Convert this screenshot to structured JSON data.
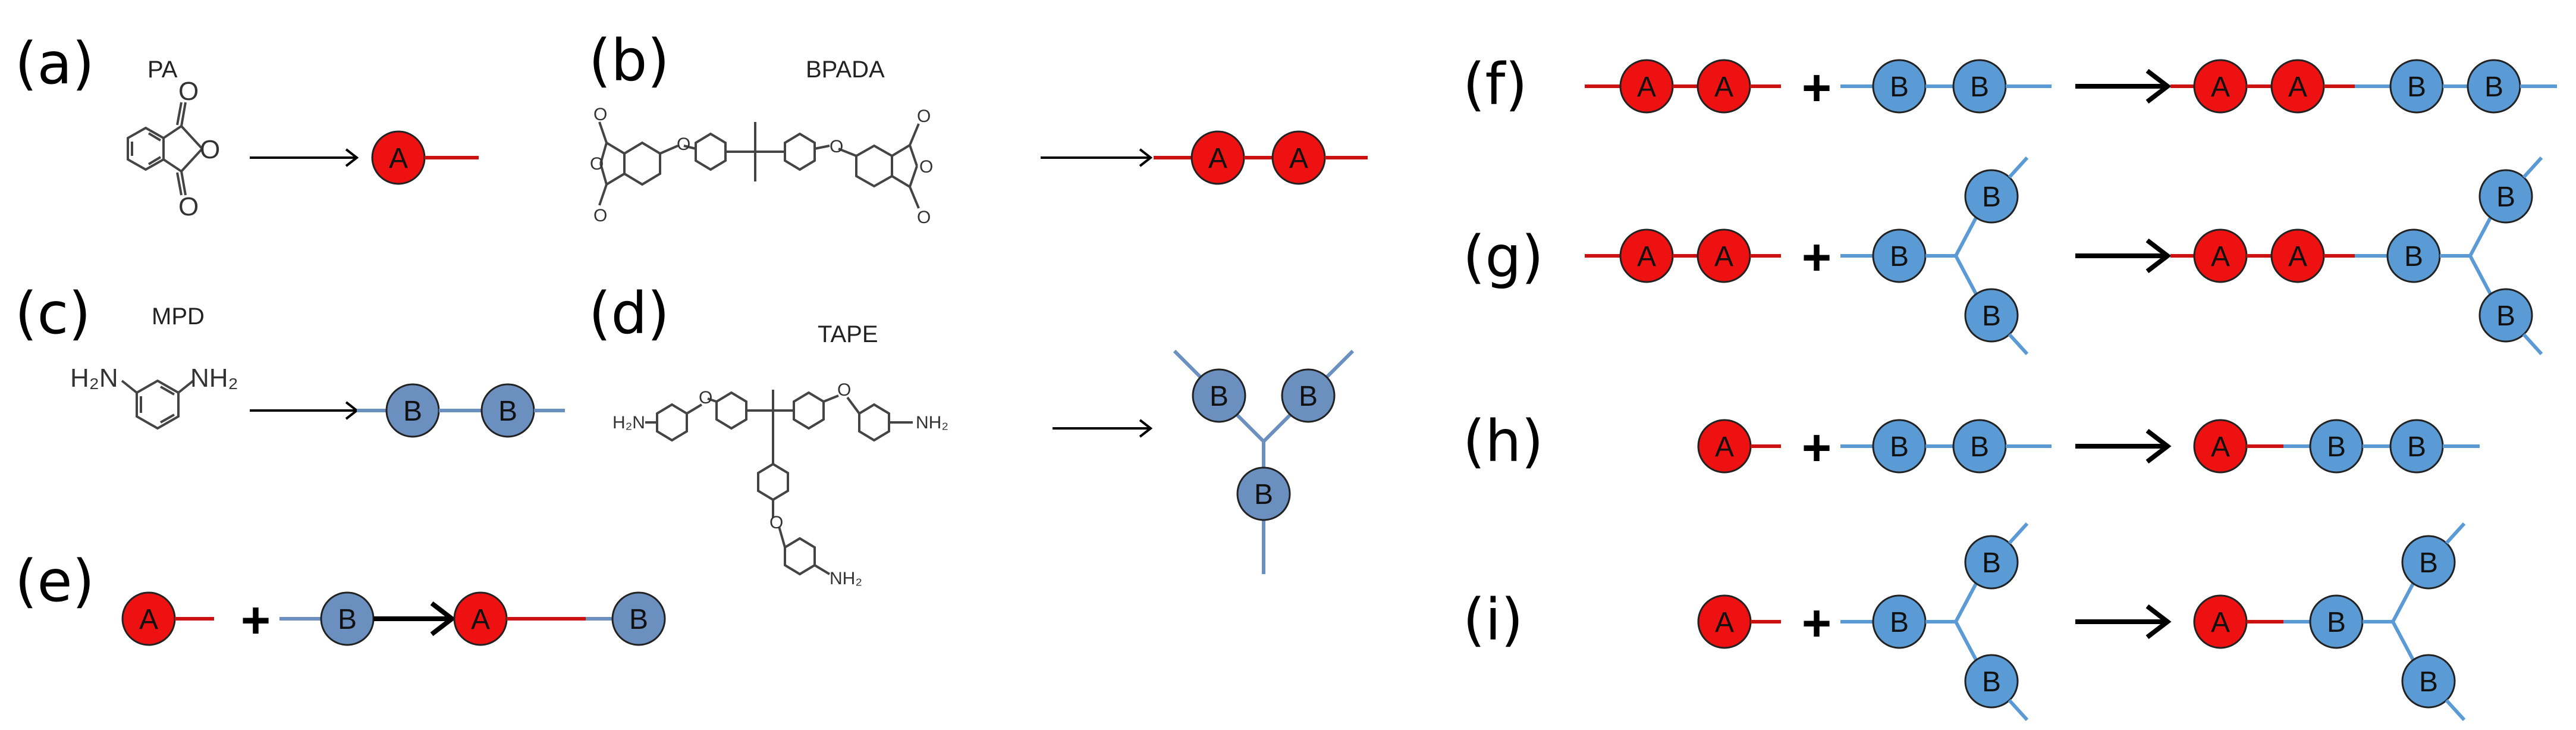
{
  "panels": {
    "a": {
      "label": "(a)",
      "molecule": "PA",
      "product": [
        {
          "text": "A",
          "kind": "red"
        }
      ]
    },
    "b": {
      "label": "(b)",
      "molecule": "BPADA",
      "product": [
        {
          "text": "A",
          "kind": "red"
        },
        {
          "text": "A",
          "kind": "red"
        }
      ]
    },
    "c": {
      "label": "(c)",
      "molecule": "MPD",
      "nh2": "NH₂",
      "h2n": "H₂N",
      "product": [
        {
          "text": "B",
          "kind": "blue-dark"
        },
        {
          "text": "B",
          "kind": "blue-dark"
        }
      ]
    },
    "d": {
      "label": "(d)",
      "molecule": "TAPE",
      "h2n": "H₂N",
      "nh2": "NH₂",
      "product": [
        {
          "text": "B",
          "kind": "blue-dark"
        },
        {
          "text": "B",
          "kind": "blue-dark"
        },
        {
          "text": "B",
          "kind": "blue-dark"
        }
      ]
    },
    "e": {
      "label": "(e)",
      "bead_a": "A",
      "bead_b": "B",
      "plus": "+"
    },
    "f": {
      "label": "(f)",
      "bead_a": "A",
      "bead_b": "B",
      "plus": "+"
    },
    "g": {
      "label": "(g)",
      "bead_a": "A",
      "bead_b": "B",
      "plus": "+"
    },
    "h": {
      "label": "(h)",
      "bead_a": "A",
      "bead_b": "B",
      "plus": "+"
    },
    "i": {
      "label": "(i)",
      "bead_a": "A",
      "bead_b": "B",
      "plus": "+"
    }
  },
  "colors": {
    "red": "#ee1111",
    "red_stroke": "#222222",
    "blue_light": "#5b9bd5",
    "blue_dark": "#6b8fbf",
    "red_line": "#cc1111",
    "blue_line": "#5b9bd5",
    "blue_dark_line": "#6b8fbf",
    "arrow": "#000000"
  }
}
